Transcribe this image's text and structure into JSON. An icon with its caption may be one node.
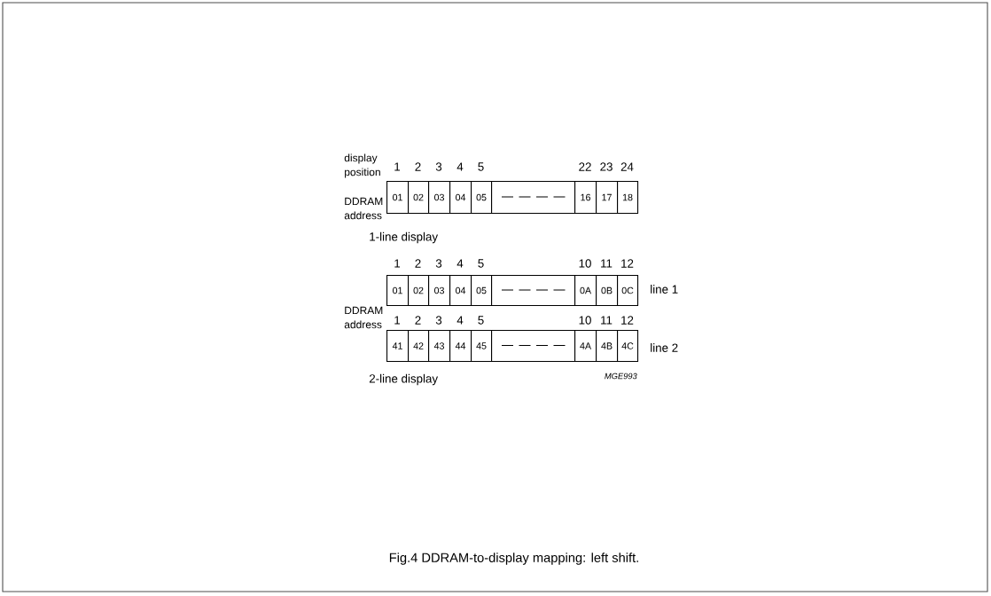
{
  "diagram": {
    "caption": "Fig.4  DDRAM-to-display mapping: left shift.",
    "nodes": [
      {
        "text": [
          "01"
        ]
      },
      {
        "text": [
          "02"
        ]
      },
      {
        "text": [
          "03"
        ]
      },
      {
        "text": [
          "04"
        ]
      },
      {
        "text": [
          "05"
        ]
      },
      {
        "text": [],
        "shape": "box"
      },
      {
        "text": [
          "16"
        ]
      },
      {
        "text": [
          "17"
        ]
      },
      {
        "text": [
          "18"
        ]
      },
      {
        "text": [
          "01"
        ]
      },
      {
        "text": [
          "02"
        ]
      },
      {
        "text": [
          "03"
        ]
      },
      {
        "text": [
          "04"
        ]
      },
      {
        "text": [
          "05"
        ]
      },
      {
        "text": [],
        "shape": "box"
      },
      {
        "text": [
          "0A"
        ]
      },
      {
        "text": [
          "0B"
        ]
      },
      {
        "text": [
          "0C"
        ]
      },
      {
        "text": [
          "41"
        ]
      },
      {
        "text": [
          "42"
        ]
      },
      {
        "text": [
          "43"
        ]
      },
      {
        "text": [
          "44"
        ]
      },
      {
        "text": [
          "45"
        ]
      },
      {
        "text": [],
        "shape": "box"
      },
      {
        "text": [
          "4A"
        ]
      },
      {
        "text": [
          "4B"
        ]
      },
      {
        "text": [
          "4C"
        ]
      }
    ],
    "labels": [
      "display position",
      "1",
      "2",
      "3",
      "4",
      "5",
      "22",
      "23",
      "24",
      "DDRAM address",
      "1-line display",
      "1",
      "2",
      "3",
      "4",
      "5",
      "10",
      "11",
      "12",
      "line 1",
      "DDRAM address",
      "1",
      "2",
      "3",
      "4",
      "5",
      "10",
      "11",
      "12",
      "line 2",
      "2-line display",
      "MGE993"
    ]
  }
}
